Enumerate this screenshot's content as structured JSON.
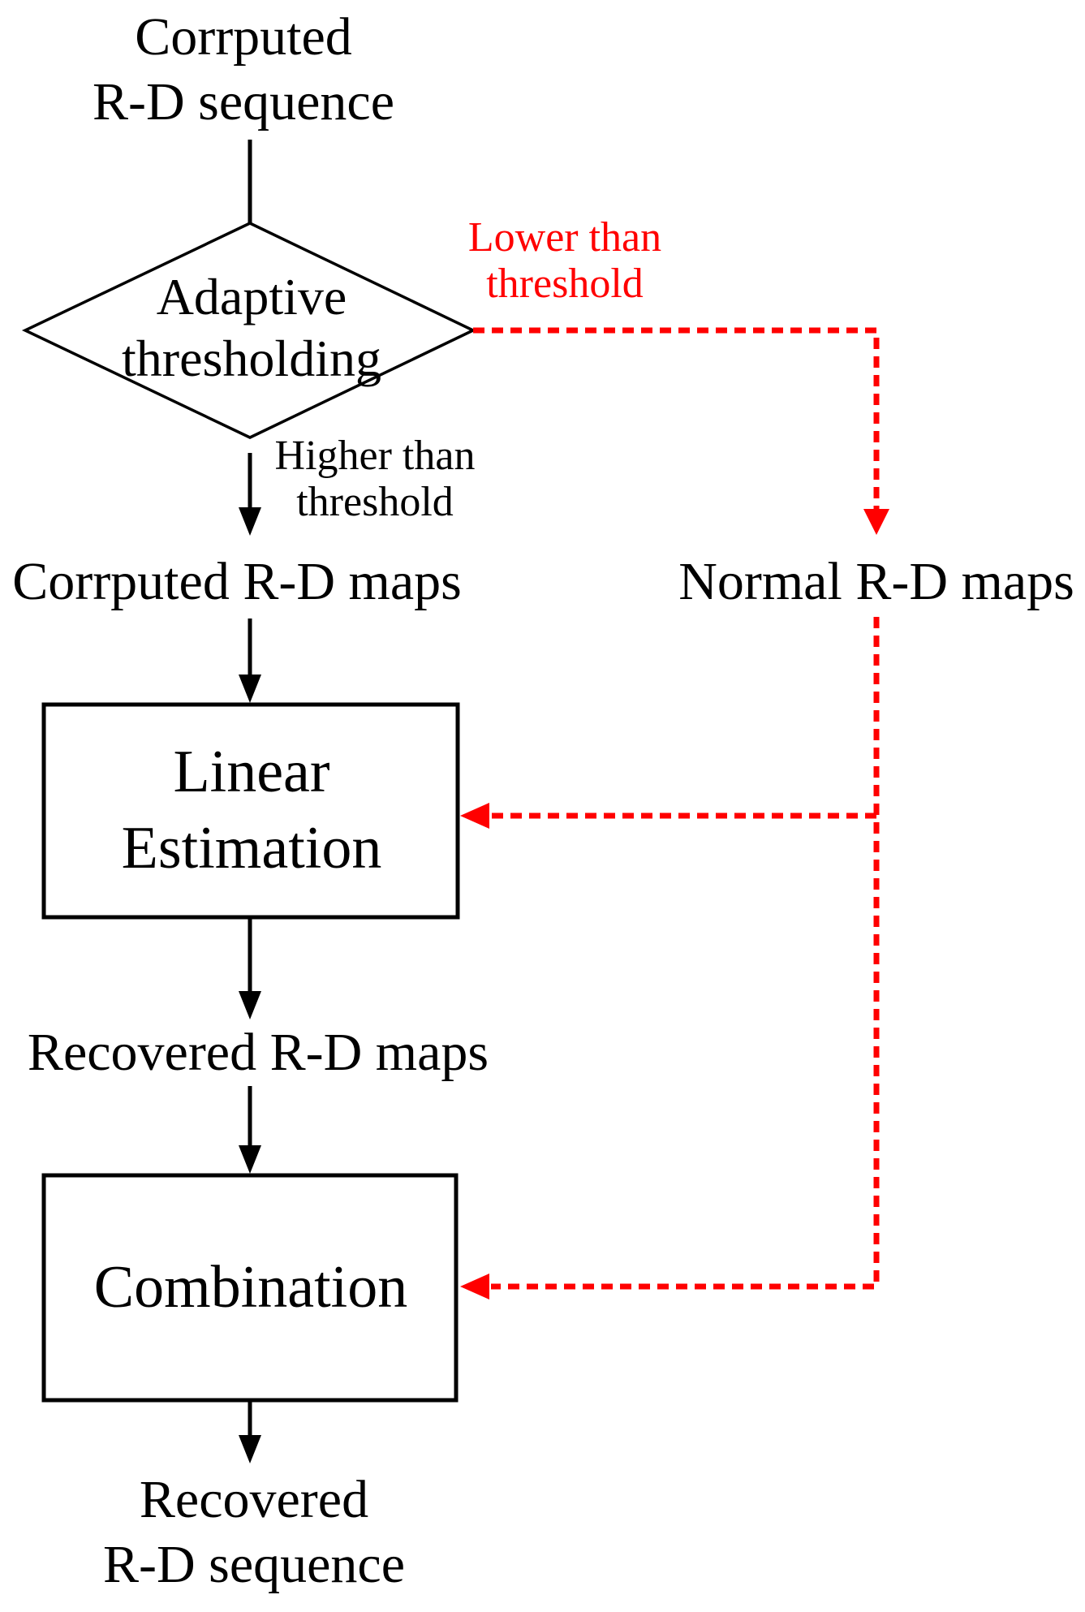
{
  "canvas": {
    "background": "#ffffff"
  },
  "colors": {
    "flow_line": "#000000",
    "text": "#000000",
    "alt_branch": "#ff0000",
    "node_fill": "#ffffff"
  },
  "flowchart": {
    "input": {
      "line1": "Corrputed",
      "line2": "R-D sequence"
    },
    "decision": {
      "line1": "Adaptive",
      "line2": "thresholding"
    },
    "lower_branch": {
      "line1": "Lower than",
      "line2": "threshold"
    },
    "higher_branch": {
      "line1": "Higher than",
      "line2": "threshold"
    },
    "corrupted_maps": {
      "label": "Corrputed R-D maps"
    },
    "normal_maps": {
      "label": "Normal R-D maps"
    },
    "linear_estimation": {
      "line1": "Linear",
      "line2": "Estimation"
    },
    "recovered_maps": {
      "label": "Recovered R-D maps"
    },
    "combination": {
      "label": "Combination"
    },
    "output": {
      "line1": "Recovered",
      "line2": "R-D sequence"
    }
  }
}
